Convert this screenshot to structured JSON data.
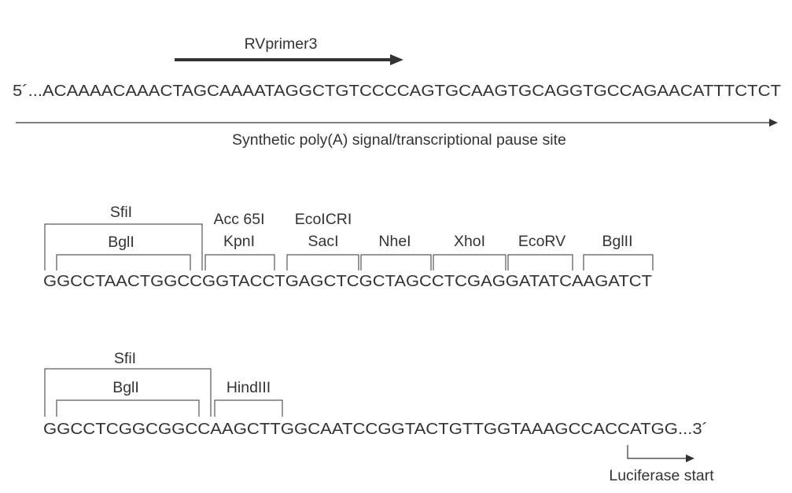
{
  "section1": {
    "primer_label": "RVprimer3",
    "sequence": "5´...ACAAAACAAACTAGCAAAATAGGCTGTCCCCAGTGCAAGTGCAGGTGCCAGAACATTTCTCT",
    "signal_label": "Synthetic poly(A) signal/transcriptional pause site"
  },
  "section2": {
    "sequence": "GGCCTAACTGGCCGGTACCTGAGCTCGCTAGCCTCGAGGATATCAAGATCT",
    "sites": {
      "sfiI": "SfiI",
      "bglI": "BglI",
      "acc65I": "Acc 65I",
      "kpnI": "KpnI",
      "ecoICRI": "EcoICRI",
      "sacI": "SacI",
      "nheI": "NheI",
      "xhoI": "XhoI",
      "ecoRV": "EcoRV",
      "bglII": "BglII"
    }
  },
  "section3": {
    "sequence": "GGCCTCGGCGGCCAAGCTTGGCAATCCGGTACTGTTGGTAAAGCCACCATGG...3´",
    "sites": {
      "sfiI": "SfiI",
      "bglI": "BglI",
      "hindIII": "HindIII"
    },
    "start_label": "Luciferase start"
  },
  "colors": {
    "ink": "#333333",
    "background": "#ffffff"
  }
}
